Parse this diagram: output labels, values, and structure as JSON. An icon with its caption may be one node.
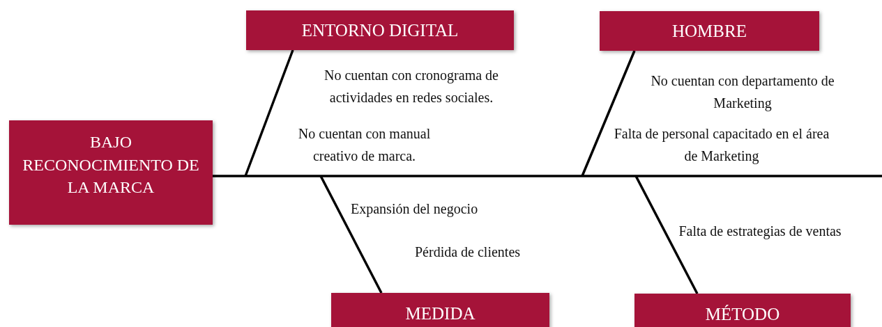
{
  "diagram": {
    "nodes": [
      {
        "text": [
          "BAJO RECONOCIMIENTO DE LA MARCA"
        ]
      },
      {
        "text": [
          "ENTORNO DIGITAL"
        ]
      },
      {
        "text": [
          "HOMBRE"
        ]
      },
      {
        "text": [
          "MEDIDA"
        ]
      },
      {
        "text": [
          "MÉTODO"
        ]
      }
    ],
    "edges": [
      {
        "from": 0,
        "to": null,
        "arrow": "none"
      },
      {
        "from": 1,
        "to": null,
        "arrow": "none"
      },
      {
        "from": 2,
        "to": null,
        "arrow": "none"
      },
      {
        "from": 3,
        "to": null,
        "arrow": "none"
      },
      {
        "from": 4,
        "to": null,
        "arrow": "none"
      }
    ],
    "labels": [
      "No cuentan con cronograma de actividades en redes sociales.",
      "No cuentan con departamento de Marketing",
      "No cuentan con manual creativo de marca.",
      "Falta de personal capacitado en el área de Marketing",
      "Expansión del negocio",
      "Falta de estrategias de ventas",
      "Pérdida de clientes"
    ]
  }
}
